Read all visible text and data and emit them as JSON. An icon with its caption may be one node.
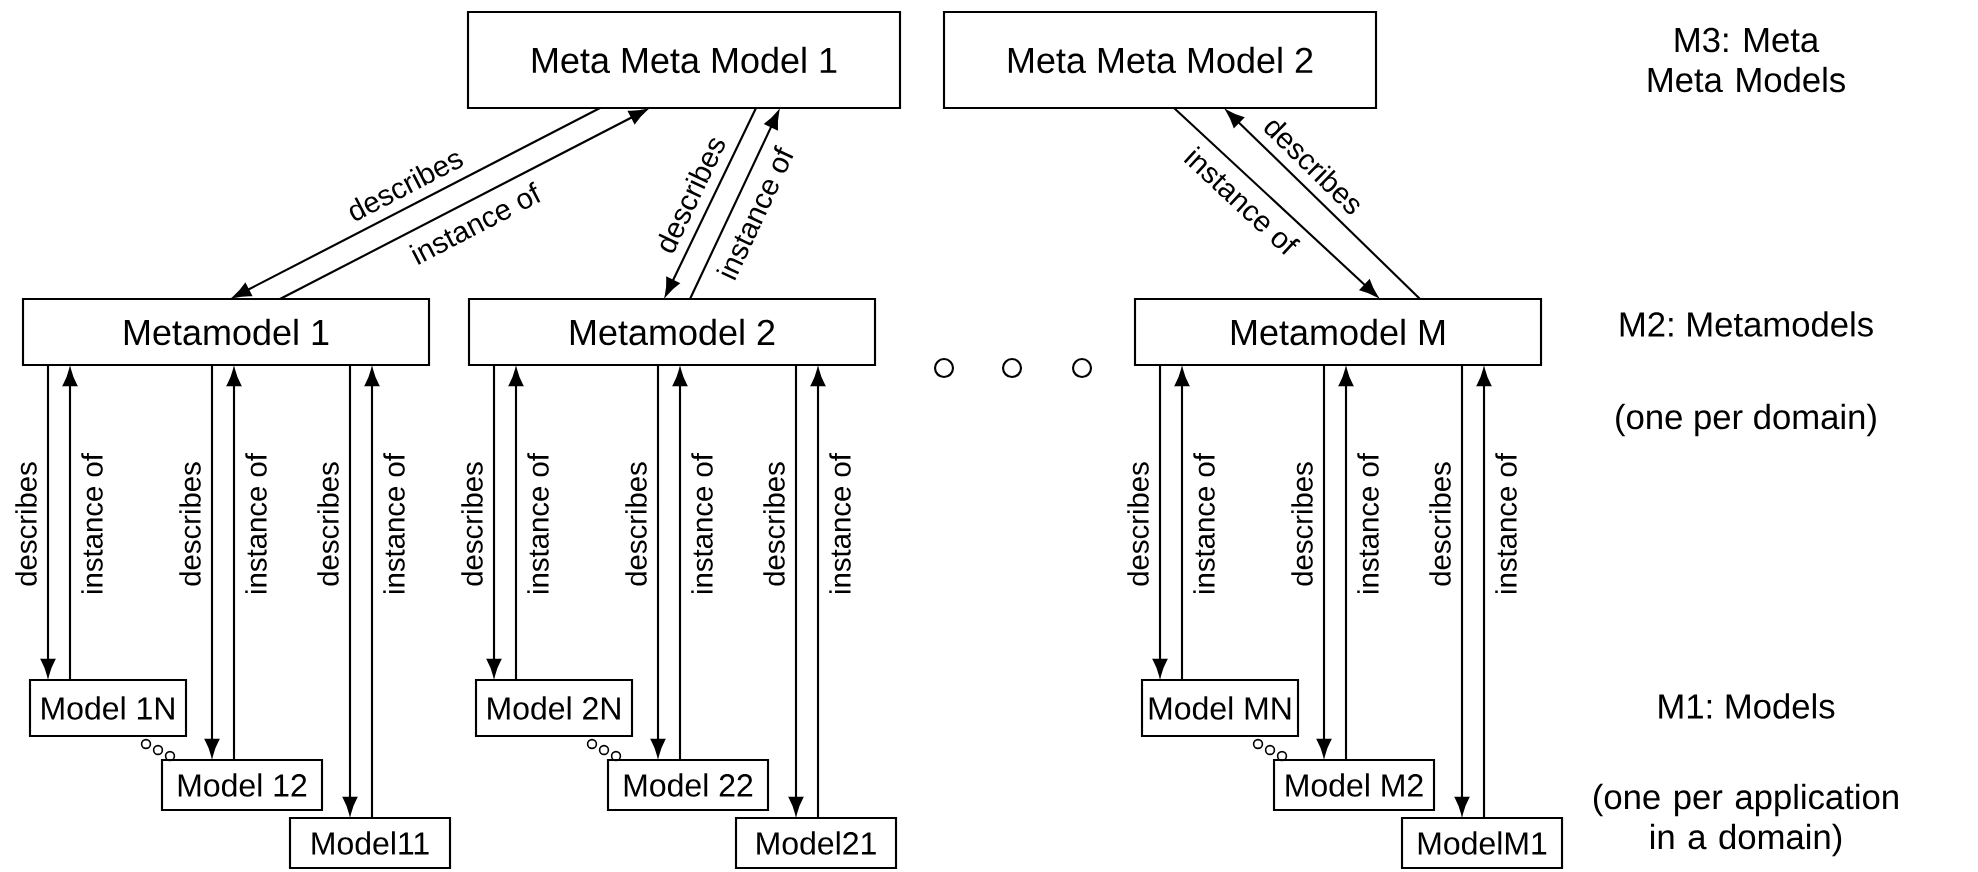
{
  "diagram": {
    "nodes": [
      {
        "text": [
          "Meta Meta Model 1"
        ]
      },
      {
        "text": [
          "Meta Meta Model 2"
        ]
      },
      {
        "text": [
          "Metamodel 1"
        ]
      },
      {
        "text": [
          "Metamodel 2"
        ]
      },
      {
        "text": [
          "Metamodel M"
        ]
      },
      {
        "text": [
          "Model 1N"
        ]
      },
      {
        "text": [
          "Model 12"
        ]
      },
      {
        "text": [
          "Model11"
        ]
      },
      {
        "text": [
          "Model 2N"
        ]
      },
      {
        "text": [
          "Model 22"
        ]
      },
      {
        "text": [
          "Model21"
        ]
      },
      {
        "text": [
          "Model MN"
        ]
      },
      {
        "text": [
          "Model M2"
        ]
      },
      {
        "text": [
          "ModelM1"
        ]
      }
    ],
    "edges": [
      {
        "from": 0,
        "to": 2,
        "arrow": "to",
        "label": "describes"
      },
      {
        "from": 2,
        "to": 0,
        "arrow": "to",
        "label": "instance of"
      },
      {
        "from": 0,
        "to": 3,
        "arrow": "to",
        "label": "describes"
      },
      {
        "from": 3,
        "to": 0,
        "arrow": "to",
        "label": "instance of"
      },
      {
        "from": 4,
        "to": 1,
        "arrow": "to",
        "label": "describes"
      },
      {
        "from": 1,
        "to": 4,
        "arrow": "to",
        "label": "instance of"
      },
      {
        "from": 2,
        "to": 5,
        "arrow": "to",
        "label": "describes"
      },
      {
        "from": 5,
        "to": 2,
        "arrow": "to",
        "label": "instance of"
      },
      {
        "from": 2,
        "to": 6,
        "arrow": "to",
        "label": "describes"
      },
      {
        "from": 6,
        "to": 2,
        "arrow": "to",
        "label": "instance of"
      },
      {
        "from": 2,
        "to": 7,
        "arrow": "to",
        "label": "describes"
      },
      {
        "from": 7,
        "to": 2,
        "arrow": "to",
        "label": "instance of"
      },
      {
        "from": 3,
        "to": 8,
        "arrow": "to",
        "label": "describes"
      },
      {
        "from": 8,
        "to": 3,
        "arrow": "to",
        "label": "instance of"
      },
      {
        "from": 3,
        "to": 9,
        "arrow": "to",
        "label": "describes"
      },
      {
        "from": 9,
        "to": 3,
        "arrow": "to",
        "label": "instance of"
      },
      {
        "from": 3,
        "to": 10,
        "arrow": "to",
        "label": "describes"
      },
      {
        "from": 10,
        "to": 3,
        "arrow": "to",
        "label": "instance of"
      },
      {
        "from": 4,
        "to": 11,
        "arrow": "to",
        "label": "describes"
      },
      {
        "from": 11,
        "to": 4,
        "arrow": "to",
        "label": "instance of"
      },
      {
        "from": 4,
        "to": 12,
        "arrow": "to",
        "label": "describes"
      },
      {
        "from": 12,
        "to": 4,
        "arrow": "to",
        "label": "instance of"
      },
      {
        "from": 4,
        "to": 13,
        "arrow": "to",
        "label": "describes"
      },
      {
        "from": 13,
        "to": 4,
        "arrow": "to",
        "label": "instance of"
      }
    ],
    "labels": [
      "M3: Meta Meta Models",
      "M2: Metamodels",
      "(one per domain)",
      "M1: Models",
      "(one per application in a domain)"
    ]
  }
}
